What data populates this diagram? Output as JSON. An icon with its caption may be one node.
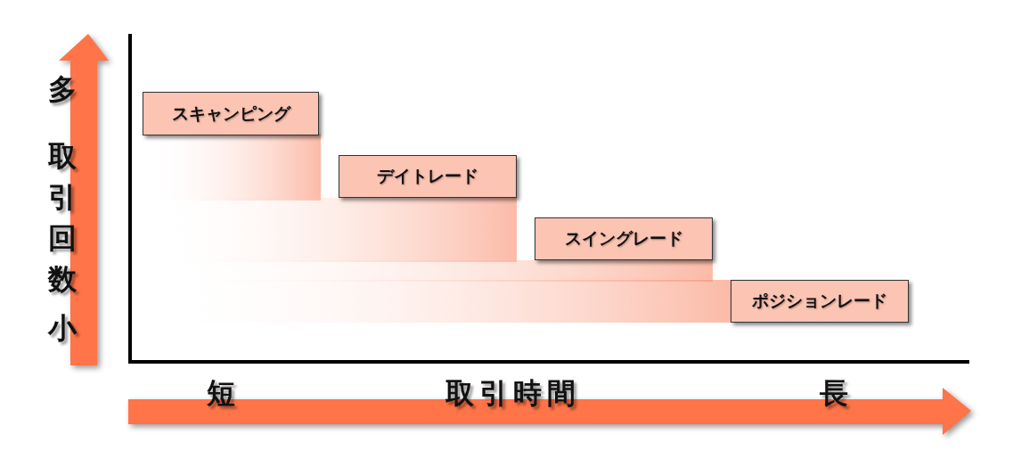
{
  "diagram": {
    "nodes": [
      {
        "text": [
          "スキャンピング"
        ]
      },
      {
        "text": [
          "デイトレード"
        ]
      },
      {
        "text": [
          "スイングレード"
        ]
      },
      {
        "text": [
          "ポジションレード"
        ]
      }
    ],
    "labels": [
      "多",
      "取引回数",
      "小",
      "短",
      "取引時間",
      "長"
    ]
  }
}
